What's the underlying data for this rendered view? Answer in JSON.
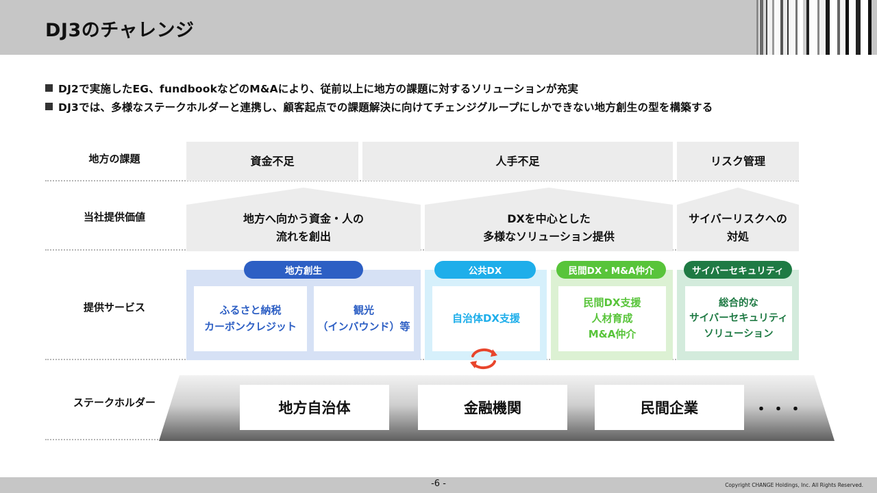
{
  "header": {
    "title": "DJ3のチャレンジ"
  },
  "bullets": [
    "DJ2で実施したEG、fundbookなどのM&Aにより、従前以上に地方の課題に対するソリューションが充実",
    "DJ3では、多様なステークホルダーと連携し、顧客起点での課題解決に向けてチェンジグループにしかできない地方創生の型を構築する"
  ],
  "rows": {
    "issues": "地方の課題",
    "value": "当社提供価値",
    "services": "提供サービス",
    "stakeholders": "ステークホルダー"
  },
  "issues": [
    "資金不足",
    "人手不足",
    "リスク管理"
  ],
  "values": [
    {
      "line1": "地方へ向かう資金・人の",
      "line2": "流れを創出"
    },
    {
      "line1": "DXを中心とした",
      "line2": "多様なソリューション提供"
    },
    {
      "line1": "サイバーリスクへの",
      "line2": "対処"
    }
  ],
  "services": {
    "regional": {
      "pill": "地方創生",
      "card1": {
        "line1": "ふるさと納税",
        "line2": "カーボンクレジット"
      },
      "card2": {
        "line1": "観光",
        "line2": "（インバウンド）等"
      }
    },
    "public_dx": {
      "pill": "公共DX",
      "card": "自治体DX支援"
    },
    "private_dx": {
      "pill": "民間DX・M&A仲介",
      "line1": "民間DX支援",
      "line2": "人材育成",
      "line3": "M&A仲介"
    },
    "cyber": {
      "pill": "サイバーセキュリティ",
      "line1": "総合的な",
      "line2": "サイバーセキュリティ",
      "line3": "ソリューション"
    }
  },
  "stakeholders": [
    "地方自治体",
    "金融機関",
    "民間企業"
  ],
  "stakeholders_more": "・・・",
  "footer": {
    "page": "-6 -",
    "copyright": "Copyright CHANGE Holdings, Inc. All Rights Reserved."
  },
  "colors": {
    "regional": "#2d5fc4",
    "public_dx": "#1eaeea",
    "private_dx": "#58c43a",
    "cyber": "#1f7a44",
    "cycle": "#e8452c"
  },
  "icons": {
    "cycle": "refresh-cycle-icon",
    "bullet": "square-bullet-icon"
  }
}
